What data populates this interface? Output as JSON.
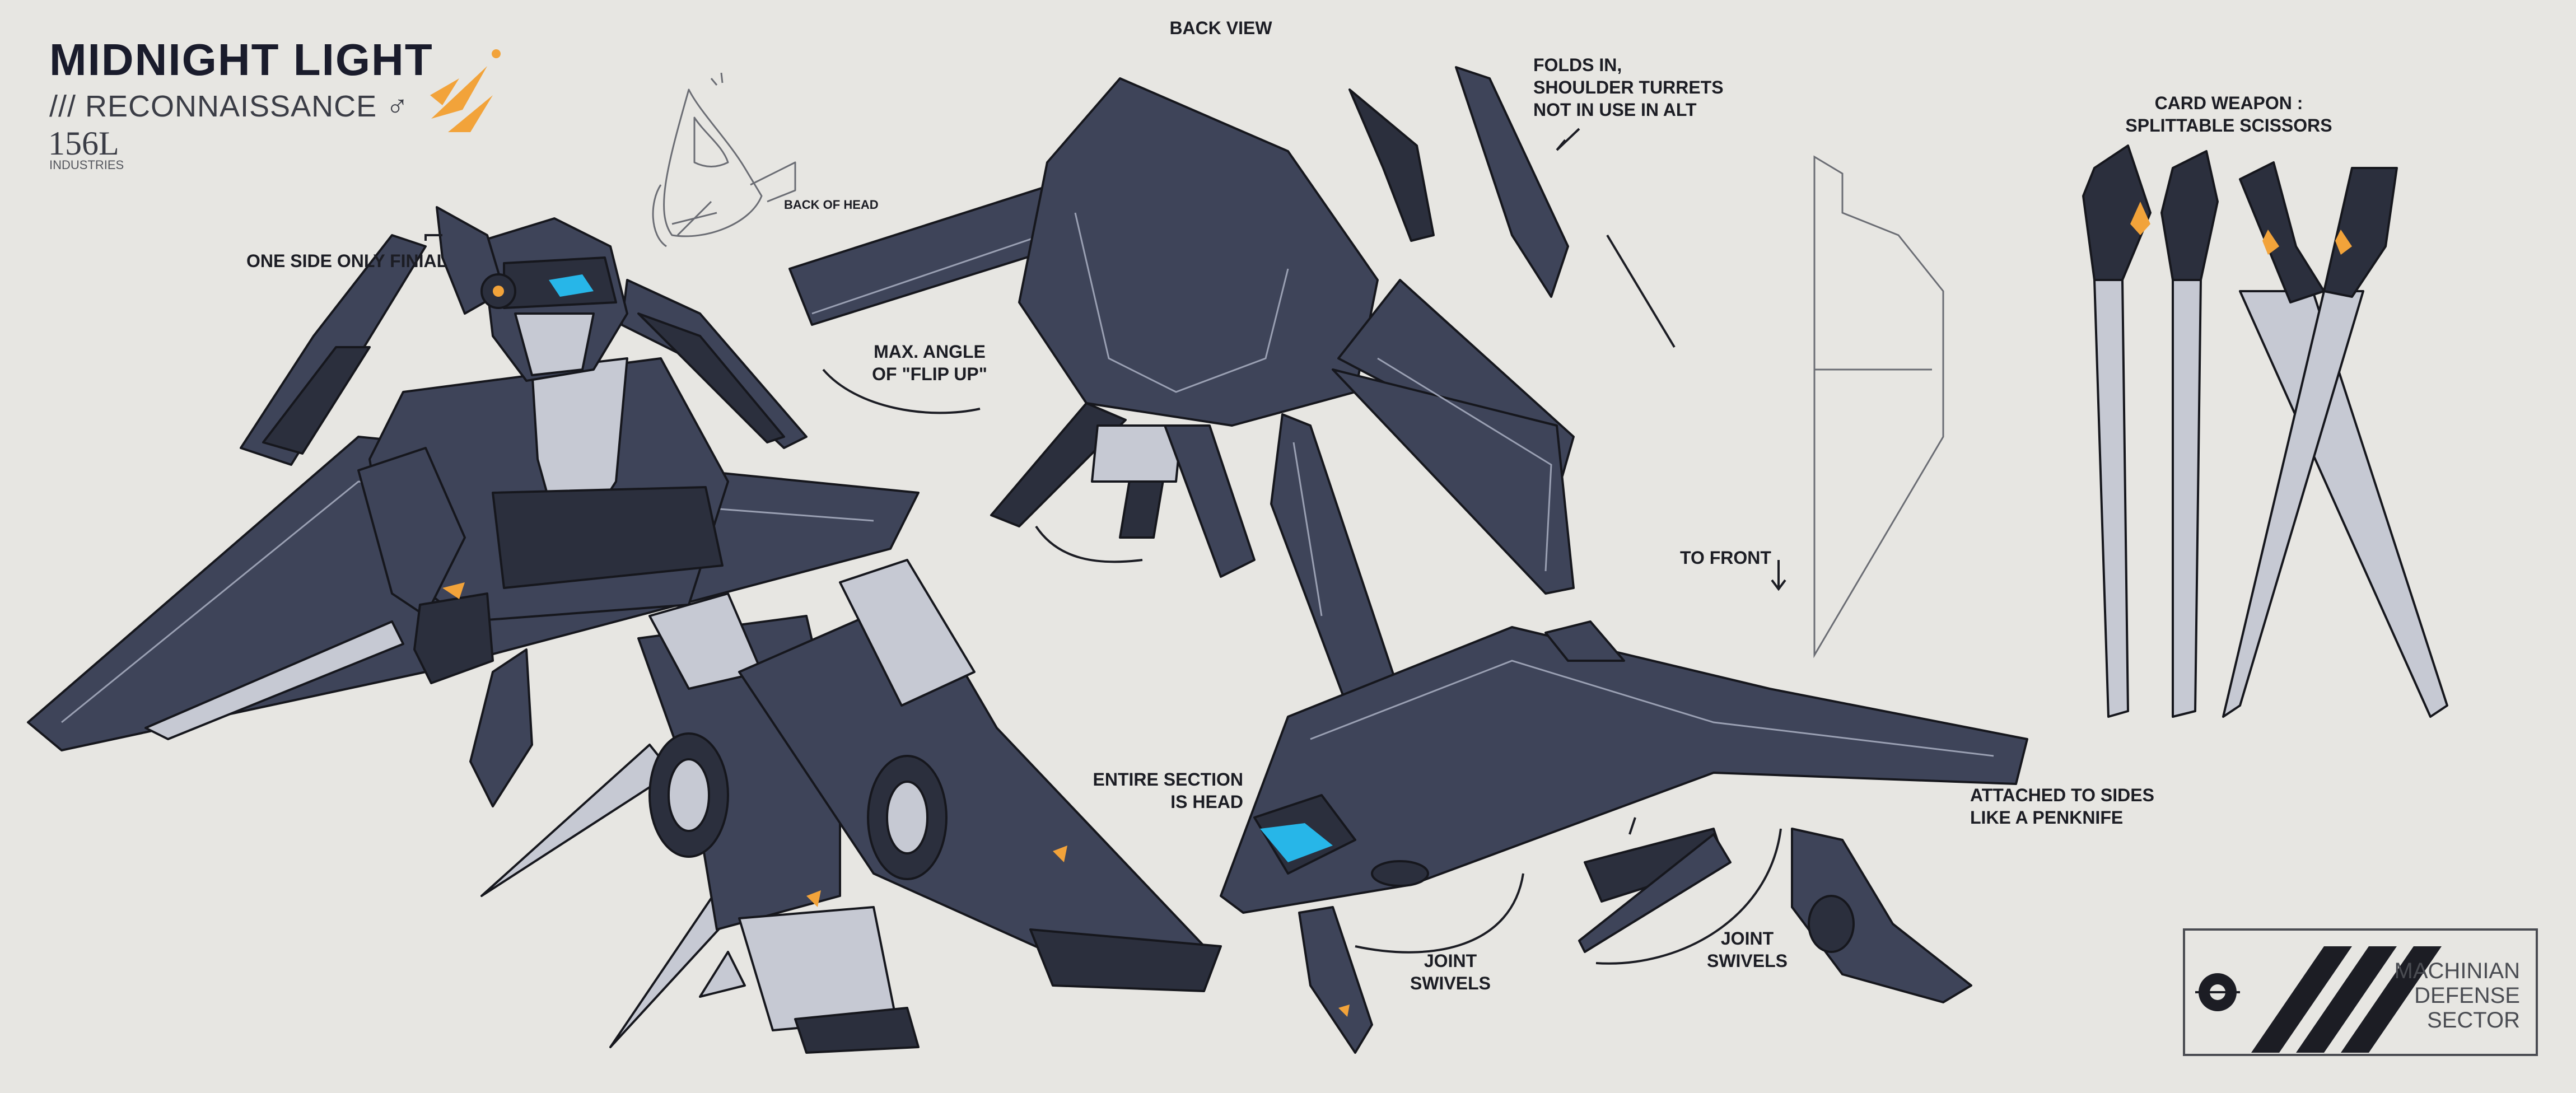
{
  "header": {
    "title": "MIDNIGHT LIGHT",
    "subtitle": "/// RECONNAISSANCE ♂",
    "serial": "156L",
    "company": "INDUSTRIES"
  },
  "labels": {
    "back_view": "BACK VIEW",
    "folds_in": "FOLDS IN,\nSHOULDER TURRETS\nNOT IN USE IN ALT",
    "card_weapon": "CARD WEAPON :\nSPLITTABLE SCISSORS",
    "back_of_head": "BACK OF HEAD",
    "one_side_only_finial": "ONE SIDE ONLY FINIAL",
    "max_angle": "MAX. ANGLE\nOF \"FLIP UP\"",
    "to_front": "TO FRONT",
    "entire_section_is_head": "ENTIRE SECTION\nIS HEAD",
    "attached_to_sides": "ATTACHED TO SIDES\nLIKE A PENKNIFE",
    "joint_swivels_1": "JOINT\nSWIVELS",
    "joint_swivels_2": "JOINT\nSWIVELS"
  },
  "logo": {
    "text": "MACHINIAN\nDEFENSE\nSECTOR"
  },
  "colors": {
    "background": "#e7e6e2",
    "armor_dark": "#3e4459",
    "armor_shadow": "#2b2f3d",
    "armor_light": "#c6c9d3",
    "accent_orange": "#f2a33a",
    "visor_cyan": "#27b6e8",
    "outline": "#16171d"
  }
}
